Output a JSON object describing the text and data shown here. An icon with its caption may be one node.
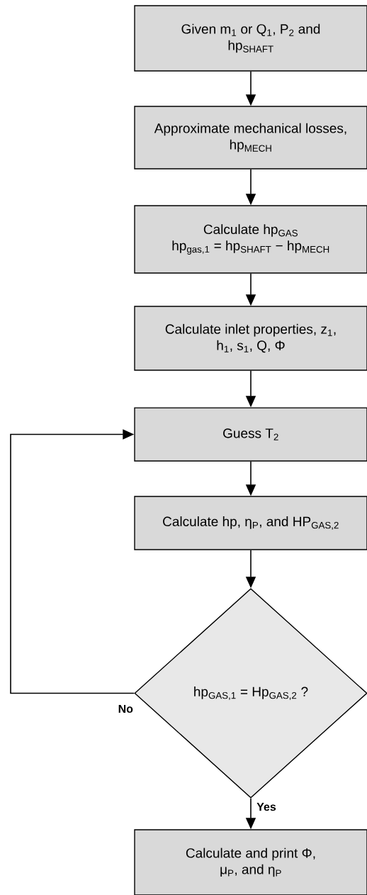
{
  "diagram": {
    "nodes": [
      {
        "text": [
          "Given m$_{1}$ or Q$_{1}$, P$_{2}$ and hp$_{SHAFT}$"
        ]
      },
      {
        "text": [
          "Approximate mechanical losses, hp$_{MECH}$"
        ]
      },
      {
        "text": [
          "Calculate hp$_{GAS}$",
          "hp$_{gas,1}$ = hp$_{SHAFT}$ − hp$_{MECH}$"
        ]
      },
      {
        "text": [
          "Calculate inlet properties, z$_{1}$, h$_{1}$, s$_{1}$, Q, Φ"
        ]
      },
      {
        "text": [
          "Guess T$_{2}$"
        ]
      },
      {
        "text": [
          "Calculate hp, η$_{P}$, and HP$_{GAS,2}$"
        ]
      },
      {
        "text": [
          "hp$_{GAS,1}$ = Hp$_{GAS,2}$ ?"
        ]
      },
      {
        "text": [
          "Calculate and print Φ, μ$_{P}$, and η$_{P}$"
        ]
      }
    ],
    "edges": [
      {
        "from": 0,
        "to": 1,
        "arrow": "to"
      },
      {
        "from": 1,
        "to": 2,
        "arrow": "to"
      },
      {
        "from": 2,
        "to": 3,
        "arrow": "to"
      },
      {
        "from": 3,
        "to": 4,
        "arrow": "to"
      },
      {
        "from": 4,
        "to": 5,
        "arrow": "to"
      },
      {
        "from": 5,
        "to": 6,
        "arrow": "to"
      },
      {
        "from": 6,
        "to": 4,
        "arrow": "to",
        "label": "No"
      },
      {
        "from": 6,
        "to": 7,
        "arrow": "to",
        "label": "Yes"
      }
    ]
  }
}
